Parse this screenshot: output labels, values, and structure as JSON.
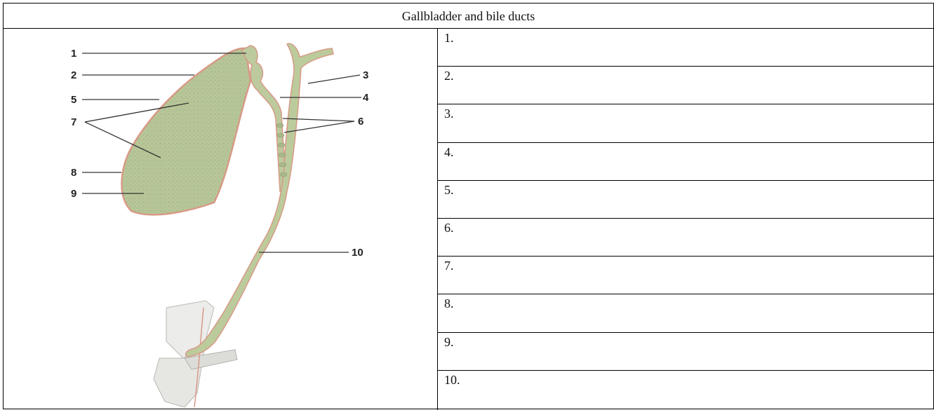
{
  "title": "Gallbladder and bile ducts",
  "figure": {
    "labels": [
      "1",
      "2",
      "5",
      "7",
      "8",
      "9",
      "3",
      "4",
      "6",
      "10"
    ],
    "colors": {
      "bile_fill": "#b9c79a",
      "outline": "#d79a86",
      "tissue": "#e8e8e6"
    }
  },
  "answers": [
    "1.",
    "2.",
    "3.",
    "4.",
    "5.",
    "6.",
    "7.",
    "8.",
    "9.",
    "10."
  ]
}
